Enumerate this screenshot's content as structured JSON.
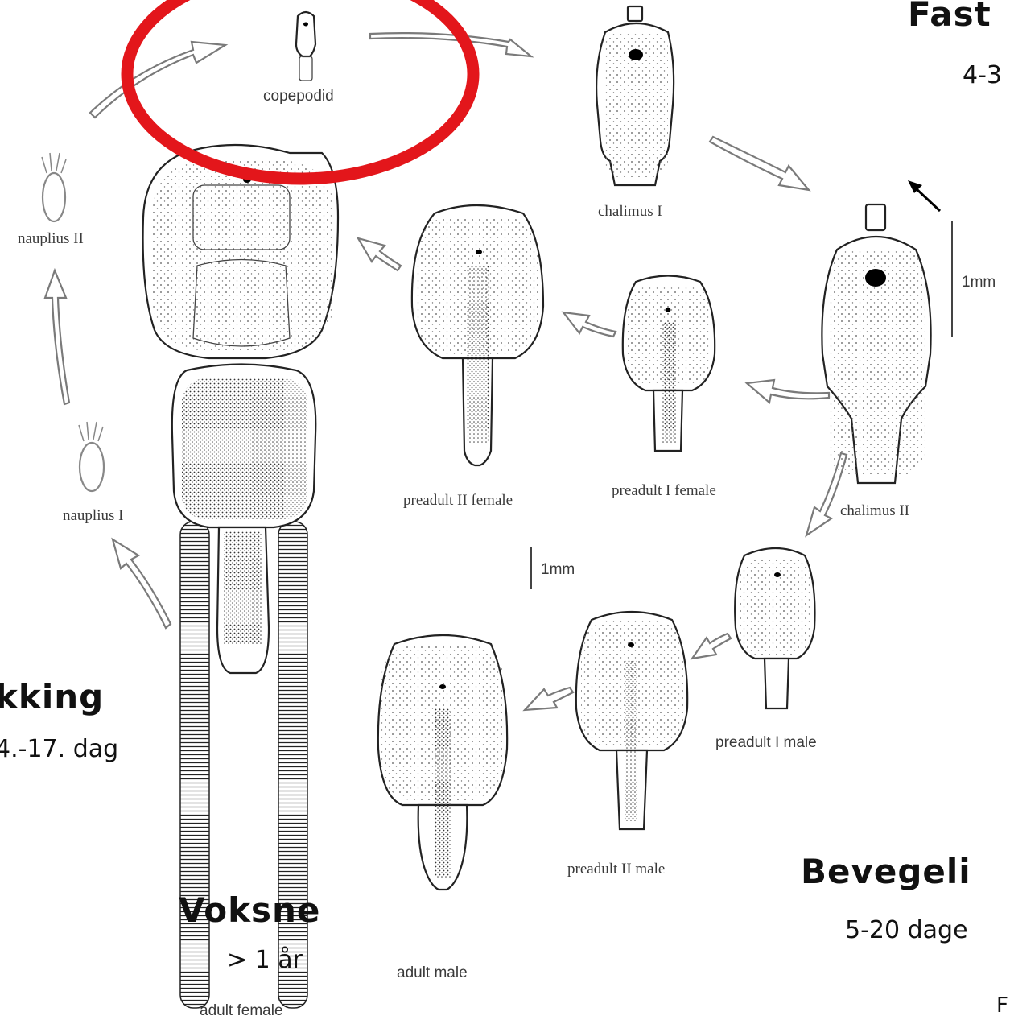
{
  "stages": {
    "copepodid": "copepodid",
    "nauplius_1": "nauplius I",
    "nauplius_2": "nauplius II",
    "chalimus_1": "chalimus I",
    "chalimus_2": "chalimus II",
    "preadult_1_female": "preadult I female",
    "preadult_2_female": "preadult II female",
    "preadult_1_male": "preadult I male",
    "preadult_2_male": "preadult II male",
    "adult_male": "adult male",
    "adult_female": "adult female"
  },
  "scale_bars": {
    "right": "1mm",
    "middle": "1mm"
  },
  "headings": {
    "fast": "Fast",
    "fast_sub": "4-3",
    "klekking": "kking",
    "klekking_sub": "4.-17. dag",
    "voksne": "Voksne",
    "voksne_sub": "> 1 år",
    "bevegelig": "Bevegeli",
    "bevegelig_sub": "5-20 dage",
    "corner": "F"
  },
  "highlight_color": "#e3161b"
}
